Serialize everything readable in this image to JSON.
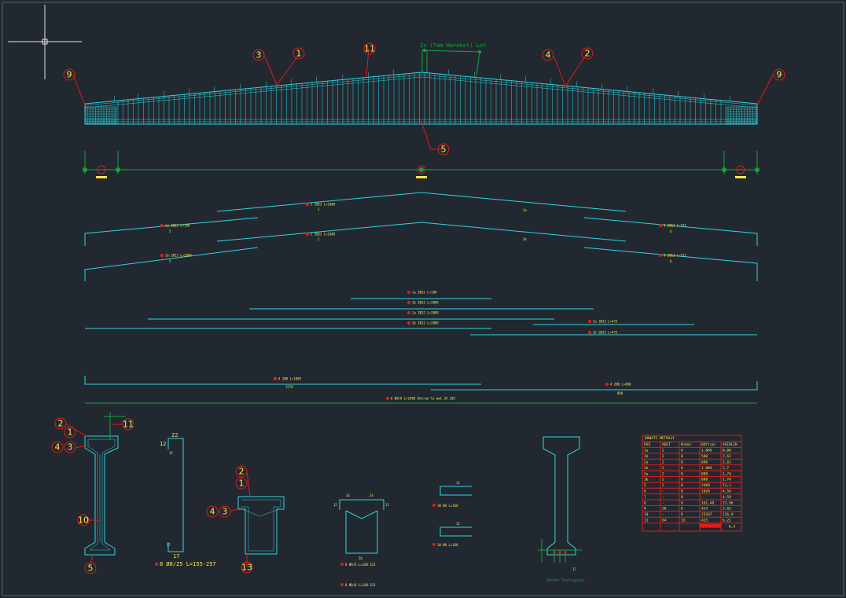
{
  "drawing": {
    "load_note": "2x (Tam Hareket) Lot",
    "base_caption": "Beton Yastıgları",
    "bubbles_top": [
      "1",
      "2",
      "3",
      "4",
      "5",
      "9",
      "11"
    ],
    "bubbles_sections": [
      "1",
      "2",
      "3",
      "4",
      "5",
      "10",
      "11",
      "13"
    ],
    "table_title": "DONATI METRAJI",
    "table_headers": [
      "POZ",
      "ADET",
      "Ø(mm)",
      "BOY(cm)",
      "AĞIRLIK"
    ],
    "table_rows": [
      [
        "1a",
        "2",
        "8",
        "1.889",
        "0,88"
      ],
      [
        "1b",
        "2",
        "8",
        "560",
        "2,61"
      ],
      [
        "2a",
        "2",
        "8",
        "888",
        "2,61"
      ],
      [
        "2b",
        "2",
        "8",
        "1.889",
        "3,7"
      ],
      [
        "3a",
        "2",
        "8",
        "888",
        "1,74"
      ],
      [
        "3b",
        "2",
        "8",
        "888",
        "1,74"
      ],
      [
        "5",
        "2",
        "8",
        "2489",
        "11,1"
      ],
      [
        "6",
        "-",
        "8",
        "1820",
        "4,59"
      ],
      [
        "7",
        "-",
        "8",
        "-",
        "4,59"
      ],
      [
        "8",
        "-",
        "8",
        "161,48",
        "27,96"
      ],
      [
        "9",
        "20",
        "8",
        "424",
        "3,65"
      ],
      [
        "10",
        "-",
        "8",
        "23267",
        "126,9"
      ],
      [
        "11",
        "64",
        "13",
        "423",
        "6,21"
      ]
    ],
    "table_total": "",
    "table_total_sum": "6,3",
    "section_labels": {
      "web_top": "22",
      "web_side": "12",
      "web_side2": "12",
      "web_bot": "17",
      "web_bot2": "17",
      "mid_top_a": "24",
      "mid_top_b": "24",
      "mid_side_a": "12",
      "mid_side_b": "12",
      "mid_bot": "20",
      "small_a": "12",
      "small_b": "12"
    },
    "tags": {
      "sec_web": "8 Ø8/25 L=155-257",
      "sec_mid1": "8 Ø8/8 L=240-321",
      "sec_mid2": "8 Ø8/8 L=240-321",
      "small1": "10 Ø8 L=160",
      "small2": "10 Ø8 L=160",
      "long_bar": "8 Ø8/8 L=2890 Ektrem Ta mmt 39 105",
      "bottom_left": "4 2Ø8 L=1889",
      "bottom_right": "4 2Ø8 L=890",
      "under_left": "1578",
      "under_right": "890",
      "b1": "1a 2Ø12 L=190",
      "b2": "1b 2Ø12 L=2889",
      "b3": "2a 2Ø12 L=2889",
      "b4": "2b 2Ø12 L=2889",
      "b5": "3a 2Ø12 L=473",
      "b6": "3b 2Ø12 L=473",
      "r1": "1 2Ø12 L=1889",
      "r2": "2 2Ø12 L=1889",
      "r3": "3 2Ø12 L=571",
      "r4": "4 2Ø12 L=571",
      "r5": "5 2Ø12 L=871",
      "r6": "6 2Ø12 L=871"
    }
  }
}
